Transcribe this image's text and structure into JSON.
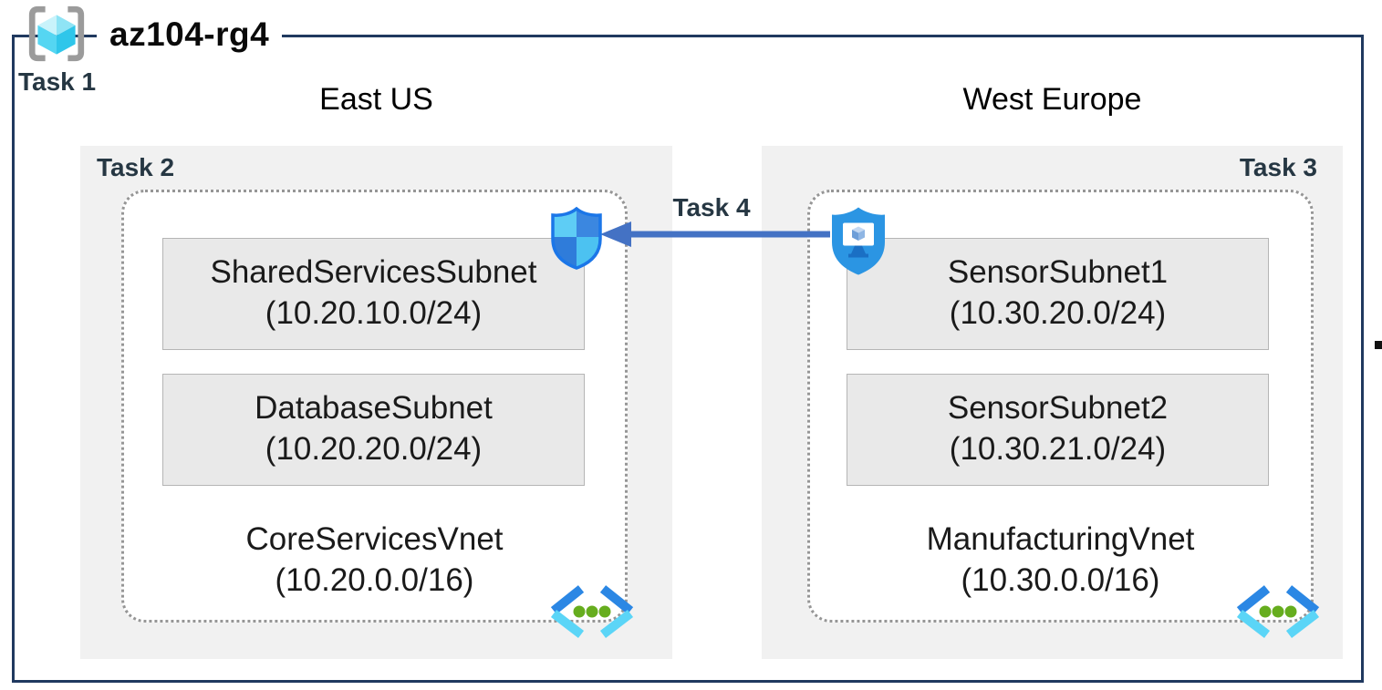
{
  "header": {
    "resource_group_name": "az104-rg4",
    "task1_label": "Task 1"
  },
  "regions": [
    {
      "name": "East US",
      "task_label": "Task 2",
      "vnet": {
        "name": "CoreServicesVnet",
        "cidr": "(10.20.0.0/16)",
        "subnets": [
          {
            "name": "SharedServicesSubnet",
            "cidr": "(10.20.10.0/24)"
          },
          {
            "name": "DatabaseSubnet",
            "cidr": "(10.20.20.0/24)"
          }
        ]
      }
    },
    {
      "name": "West Europe",
      "task_label": "Task 3",
      "vnet": {
        "name": "ManufacturingVnet",
        "cidr": "(10.30.0.0/16)",
        "subnets": [
          {
            "name": "SensorSubnet1",
            "cidr": "(10.30.20.0/24)"
          },
          {
            "name": "SensorSubnet2",
            "cidr": "(10.30.21.0/24)"
          }
        ]
      }
    }
  ],
  "peering": {
    "task_label": "Task 4",
    "direction": "west-europe-to-east-us"
  },
  "icons": {
    "resource_group": "resource-group-icon",
    "nsg": "network-security-group-shield-icon",
    "bastion": "bastion-shield-monitor-icon",
    "virtual_network": "virtual-network-chevrons-icon"
  },
  "colors": {
    "frame_border": "#20395f",
    "task_label_text": "#263743",
    "region_background": "#f1f1f1",
    "subnet_background": "#e9e9e9",
    "subnet_border": "#b5b5b5",
    "vnet_dotted_border": "#969696",
    "arrow_blue": "#4472c4",
    "icon_blue_dark": "#2f7cda",
    "icon_blue_light": "#5ecdf5",
    "icon_green_dot": "#66ad1e",
    "bastion_blue": "#2b95e3"
  }
}
